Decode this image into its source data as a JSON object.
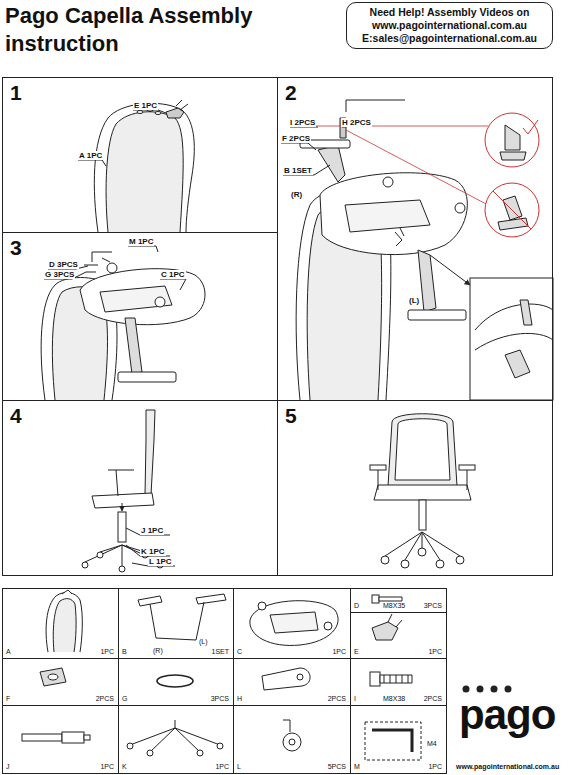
{
  "diagram": {
    "title": "Pago Capella Assembly instruction",
    "nodes": [
      {
        "text": [
          "Need Help! Assembly Videos on www.pagointernational.com.au E:sales@pagointernational.com.au"
        ]
      },
      {
        "text": [
          "1"
        ]
      },
      {
        "text": [
          "2"
        ]
      },
      {
        "text": [
          "3"
        ]
      },
      {
        "text": [
          "4"
        ]
      },
      {
        "text": [
          "5"
        ]
      },
      {
        "text": [
          "A",
          "1PC"
        ]
      },
      {
        "text": [
          "(R)",
          "(L)",
          "B",
          "1SET"
        ]
      },
      {
        "text": [
          "C",
          "1PC"
        ]
      },
      {
        "text": [
          "D",
          "M8X35",
          "3PCS"
        ]
      },
      {
        "text": [
          "E",
          "1PC"
        ]
      },
      {
        "text": [
          "F",
          "2PCS"
        ]
      },
      {
        "text": [
          "G",
          "3PCS"
        ]
      },
      {
        "text": [
          "H",
          "2PCS"
        ]
      },
      {
        "text": [
          "I",
          "M8X38",
          "2PCS"
        ]
      },
      {
        "text": [
          "J",
          "1PC"
        ]
      },
      {
        "text": [
          "K",
          "1PC"
        ]
      },
      {
        "text": [
          "L",
          "5PCS"
        ]
      },
      {
        "text": [
          "M4",
          "M",
          "1PC"
        ]
      }
    ],
    "labels": [
      "E 1PC",
      "A 1PC",
      "I 2PCS",
      "H 2PCS",
      "F 2PCS",
      "B 1SET",
      "(R)",
      "(L)",
      "M 1PC",
      "D 3PCS",
      "G 3PCS",
      "C 1PC",
      "J 1PC",
      "K 1PC",
      "L 1PC",
      "pago",
      "www.pagointernational.com.au"
    ]
  }
}
